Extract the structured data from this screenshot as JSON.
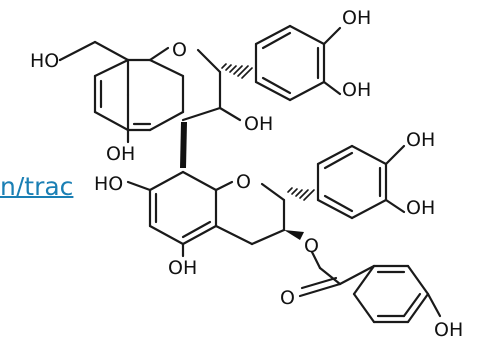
{
  "link": {
    "text": "n/trac",
    "color": "#1a7fb4"
  },
  "molecule": {
    "atom_labels": {
      "ho_a_ring_top": "HO",
      "oh_a_ring_bottom": "OH",
      "o_ring_c_top": "O",
      "oh_c3_top": "OH",
      "oh_b_ring_top_1": "OH",
      "oh_b_ring_top_2": "OH",
      "ho_a_ring_lower": "HO",
      "oh_a_ring_lower_bottom": "OH",
      "o_ring_c_lower": "O",
      "oh_b_ring_lower_1": "OH",
      "oh_b_ring_lower_2": "OH",
      "o_ester": "O",
      "o_carbonyl": "O",
      "oh_benzoyl": "OH"
    }
  }
}
